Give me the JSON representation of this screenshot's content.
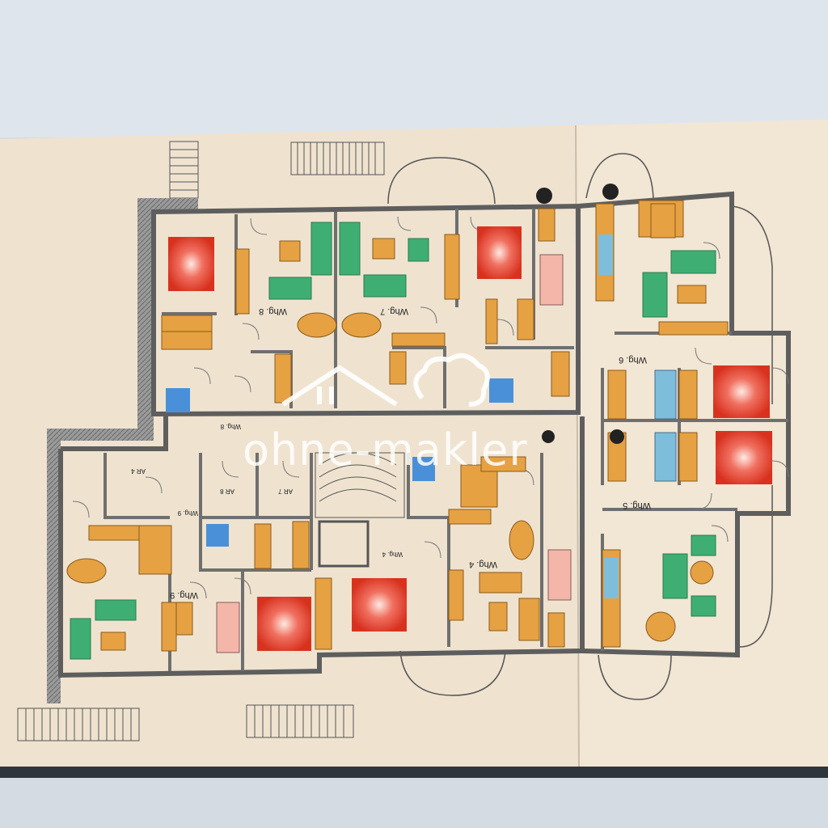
{
  "plan": {
    "watermark": "ohne-makler",
    "apartments": [
      {
        "id": "whg8",
        "label": "Whg. 8"
      },
      {
        "id": "whg7",
        "label": "Whg. 7"
      },
      {
        "id": "whg6",
        "label": "Whg. 6"
      },
      {
        "id": "whg5",
        "label": "Whg. 5"
      },
      {
        "id": "whg4",
        "label": "Whg. 4"
      },
      {
        "id": "whg9",
        "label": "Whg. 9"
      }
    ],
    "storage_rooms": [
      "AR 4",
      "AR 8",
      "AR 7"
    ],
    "entry_labels": [
      "Whg. 8",
      "Whg. 9",
      "Whg. 4"
    ]
  },
  "colors": {
    "paper": "#f1e4d2",
    "wall": "#6f6f6f",
    "bed": "#e23b2a",
    "wood": "#e6a143",
    "sofa": "#3fae73",
    "tile": "#7fbedb"
  }
}
